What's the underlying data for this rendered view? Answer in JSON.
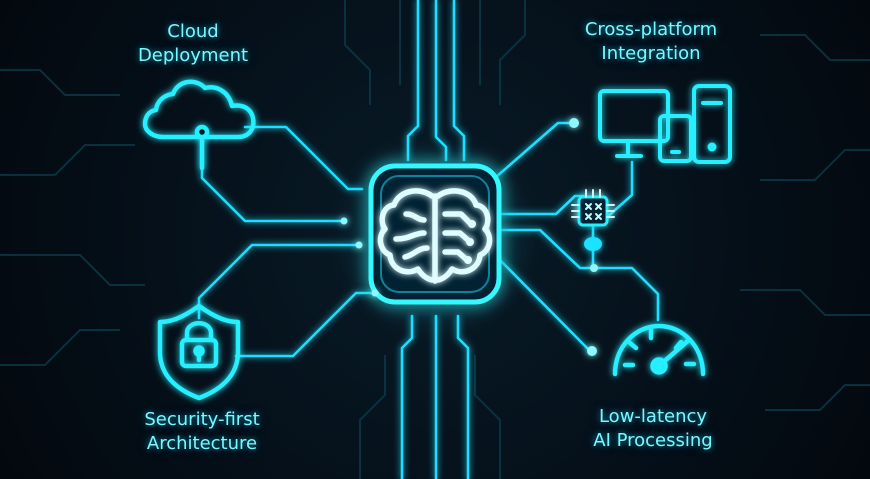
{
  "labels": {
    "cloud": {
      "line1": "Cloud",
      "line2": "Deployment"
    },
    "cross_platform": {
      "line1": "Cross-platform",
      "line2": "Integration"
    },
    "security": {
      "line1": "Security-first",
      "line2": "Architecture"
    },
    "latency": {
      "line1": "Low-latency",
      "line2": "AI Processing"
    }
  },
  "icons": {
    "center": "brain-chip-icon",
    "cloud": "cloud-icon",
    "devices": "devices-icon",
    "processor": "processor-chip-icon",
    "security": "shield-lock-icon",
    "latency": "speedometer-icon"
  },
  "colors": {
    "background": "#04090f",
    "accent": "#00e1ff",
    "accent_soft": "#7ef6ff",
    "circuit": "#0f7f98"
  }
}
